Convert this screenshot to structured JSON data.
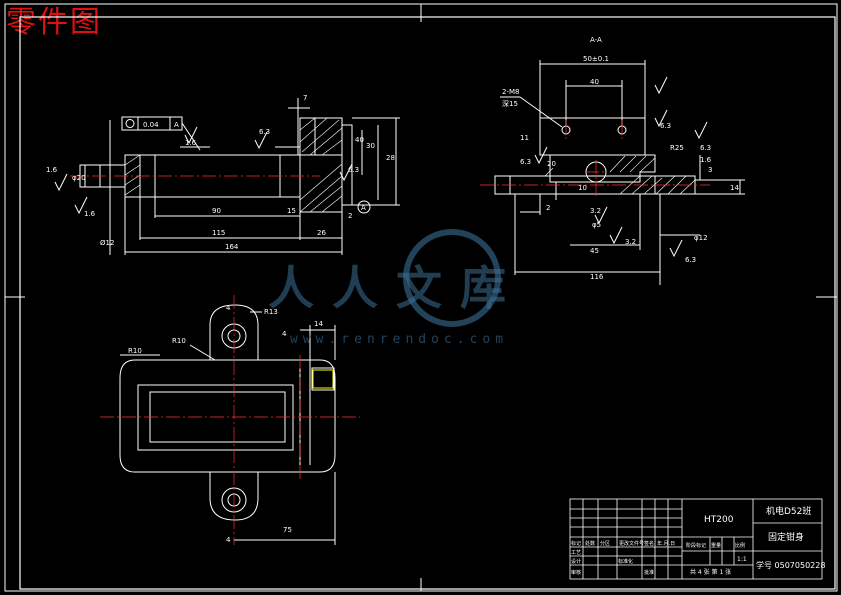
{
  "title_label": "零件图",
  "section_label": "A-A",
  "watermark": {
    "text": "人人文库",
    "url": "www.renrendoc.com"
  },
  "colors": {
    "background": "#000000",
    "line": "#ffffff",
    "title": "#e01010",
    "accent": "#ffff00",
    "center": "#ff3030",
    "watermark": "#3b6f96"
  },
  "left_view": {
    "flatness": "0.04",
    "datum": "A",
    "dims": [
      "1.6",
      "1.6",
      "1.6",
      "6.3",
      "6.3",
      "7",
      "90",
      "15",
      "115",
      "26",
      "164",
      "2",
      "28",
      "30",
      "40",
      "Ø12",
      "φ20",
      "A"
    ]
  },
  "section_view": {
    "thread": "2-M8",
    "depth": "深15",
    "dims": [
      "50±0.1",
      "40",
      "11",
      "20",
      "10",
      "2",
      "6.3",
      "6.3",
      "6.3",
      "3.2",
      "1.6",
      "3",
      "R25",
      "φ5",
      "14",
      "116",
      "45",
      "φ12",
      "6.3",
      "3.2"
    ]
  },
  "plan_view": {
    "dims": [
      "4",
      "R13",
      "R10",
      "R10",
      "4",
      "14",
      "75",
      "4"
    ]
  },
  "title_block": {
    "material": "HT200",
    "school": "机电D52班",
    "part_name": "固定钳身",
    "student_no": "学号 0507050228",
    "scale": "1:1",
    "sheet": "共 4 张  第 1 张",
    "heads": [
      "标记",
      "处数",
      "分区",
      "更改文件号",
      "签名",
      "年.月.日"
    ],
    "rows": [
      "设计",
      "审核",
      "工艺"
    ],
    "labels": [
      "阶段标记",
      "重量",
      "比例"
    ],
    "extra": [
      "标准化",
      "批准"
    ]
  }
}
